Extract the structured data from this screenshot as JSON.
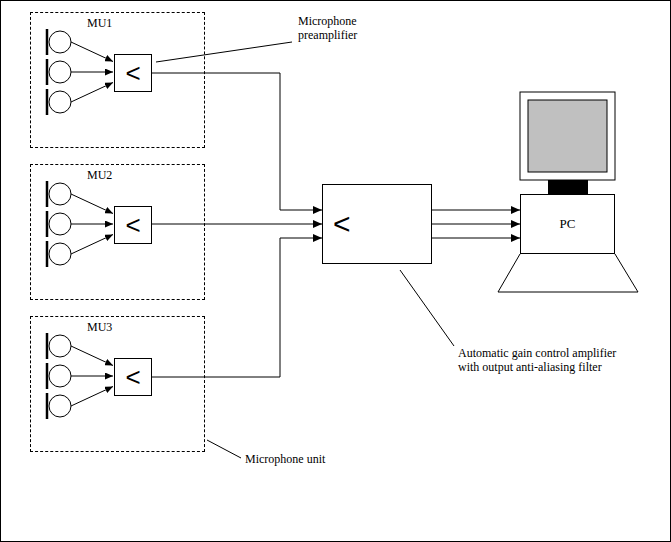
{
  "diagram": {
    "nodes": [
      {
        "text": [
          "MU1"
        ]
      },
      {
        "text": [
          "<"
        ],
        "in": 0
      },
      {
        "text": [
          "MU2"
        ]
      },
      {
        "text": [
          "<"
        ],
        "in": 2
      },
      {
        "text": [
          "MU3"
        ]
      },
      {
        "text": [
          "<"
        ],
        "in": 4
      },
      {
        "text": [
          "<"
        ]
      },
      {
        "text": [
          "PC"
        ]
      }
    ],
    "edges": [
      {
        "from": 1,
        "to": 6,
        "arrow": "to"
      },
      {
        "from": 3,
        "to": 6,
        "arrow": "to"
      },
      {
        "from": 5,
        "to": 6,
        "arrow": "to"
      },
      {
        "from": 6,
        "to": 7,
        "arrow": "to"
      },
      {
        "from": 6,
        "to": 7,
        "arrow": "to"
      },
      {
        "from": 6,
        "to": 7,
        "arrow": "to"
      }
    ],
    "labels": [
      "Microphone preamplifier",
      "Automatic gain control amplifier with output anti-aliasing filter",
      "Microphone unit"
    ]
  }
}
